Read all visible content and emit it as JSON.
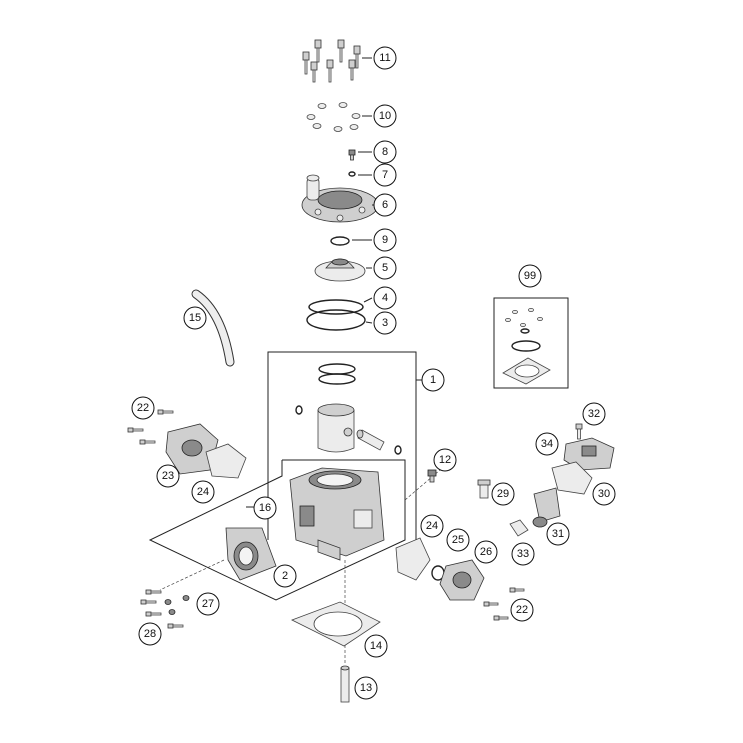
{
  "callouts": [
    {
      "id": "c1",
      "label": "1"
    },
    {
      "id": "c2",
      "label": "2"
    },
    {
      "id": "c3",
      "label": "3"
    },
    {
      "id": "c4",
      "label": "4"
    },
    {
      "id": "c5",
      "label": "5"
    },
    {
      "id": "c6",
      "label": "6"
    },
    {
      "id": "c7",
      "label": "7"
    },
    {
      "id": "c8",
      "label": "8"
    },
    {
      "id": "c9",
      "label": "9"
    },
    {
      "id": "c10",
      "label": "10"
    },
    {
      "id": "c11",
      "label": "11"
    },
    {
      "id": "c12",
      "label": "12"
    },
    {
      "id": "c13",
      "label": "13"
    },
    {
      "id": "c14",
      "label": "14"
    },
    {
      "id": "c15",
      "label": "15"
    },
    {
      "id": "c16",
      "label": "16"
    },
    {
      "id": "c22a",
      "label": "22"
    },
    {
      "id": "c22b",
      "label": "22"
    },
    {
      "id": "c23",
      "label": "23"
    },
    {
      "id": "c24a",
      "label": "24"
    },
    {
      "id": "c24b",
      "label": "24"
    },
    {
      "id": "c25",
      "label": "25"
    },
    {
      "id": "c26",
      "label": "26"
    },
    {
      "id": "c27",
      "label": "27"
    },
    {
      "id": "c28",
      "label": "28"
    },
    {
      "id": "c29",
      "label": "29"
    },
    {
      "id": "c30",
      "label": "30"
    },
    {
      "id": "c31",
      "label": "31"
    },
    {
      "id": "c32",
      "label": "32"
    },
    {
      "id": "c33",
      "label": "33"
    },
    {
      "id": "c34",
      "label": "34"
    },
    {
      "id": "c99",
      "label": "99"
    }
  ]
}
